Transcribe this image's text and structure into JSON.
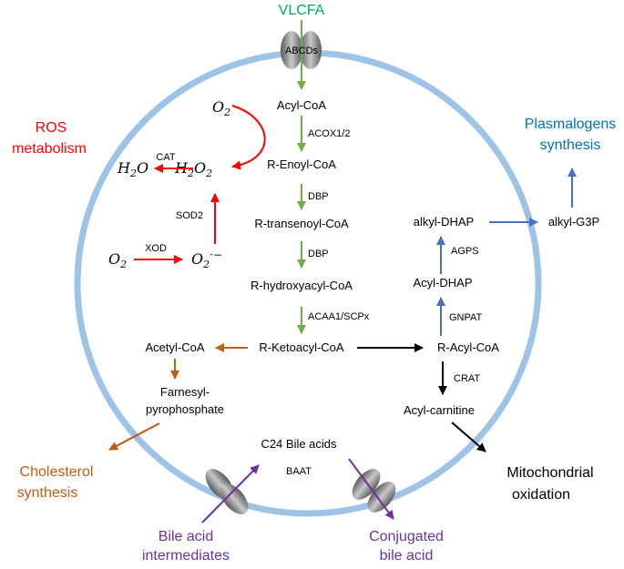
{
  "colors": {
    "membrane": "#9dc3e6",
    "green": "#70ad47",
    "red": "#ff0000",
    "orange": "#c55a11",
    "blue": "#4472c4",
    "purple": "#7030a0",
    "black": "#000000",
    "vlcfa": "#00b050",
    "plasmalogen": "#0070c0"
  },
  "labels": {
    "vlcfa": "VLCFA",
    "abcds": "ABCDs",
    "acyl_coa": "Acyl-CoA",
    "acox": "ACOX1/2",
    "r_enoyl_coa": "R-Enoyl-CoA",
    "dbp1": "DBP",
    "r_transenoyl_coa": "R-transenoyl-CoA",
    "dbp2": "DBP",
    "r_hydroxyacyl_coa": "R-hydroxyacyl-CoA",
    "acaa": "ACAA1/SCPx",
    "r_ketoacyl_coa": "R-Ketoacyl-CoA",
    "acetyl_coa": "Acetyl-CoA",
    "farnesyl_1": "Farnesyl-",
    "farnesyl_2": "pyrophosphate",
    "cholesterol_1": "Cholesterol",
    "cholesterol_2": "synthesis",
    "r_acyl_coa": "R-Acyl-CoA",
    "crat": "CRAT",
    "acyl_carnitine": "Acyl-carnitine",
    "mito_1": "Mitochondrial",
    "mito_2": "oxidation",
    "gnpat": "GNPAT",
    "acyl_dhap": "Acyl-DHAP",
    "agps": "AGPS",
    "alkyl_dhap": "alkyl-DHAP",
    "alkyl_g3p": "alkyl-G3P",
    "plasmalogens_1": "Plasmalogens",
    "plasmalogens_2": "synthesis",
    "ros_1": "ROS",
    "ros_2": "metabolism",
    "o2_top": "O",
    "o2_top_sub": "2",
    "h2o2_h": "H",
    "h2o2_sub1": "2",
    "h2o2_o": "O",
    "h2o2_sub2": "2",
    "h2o_h": "H",
    "h2o_sub": "2",
    "h2o_o": "O",
    "cat": "CAT",
    "sod2": "SOD2",
    "xod": "XOD",
    "o2_left": "O",
    "o2_left_sub": "2",
    "superoxide": "O",
    "superoxide_sub": "2",
    "superoxide_sup": "·−",
    "c24_bile": "C24 Bile acids",
    "baat": "BAAT",
    "bile_int_1": "Bile acid",
    "bile_int_2": "intermediates",
    "conj_1": "Conjugated",
    "conj_2": "bile acid"
  }
}
